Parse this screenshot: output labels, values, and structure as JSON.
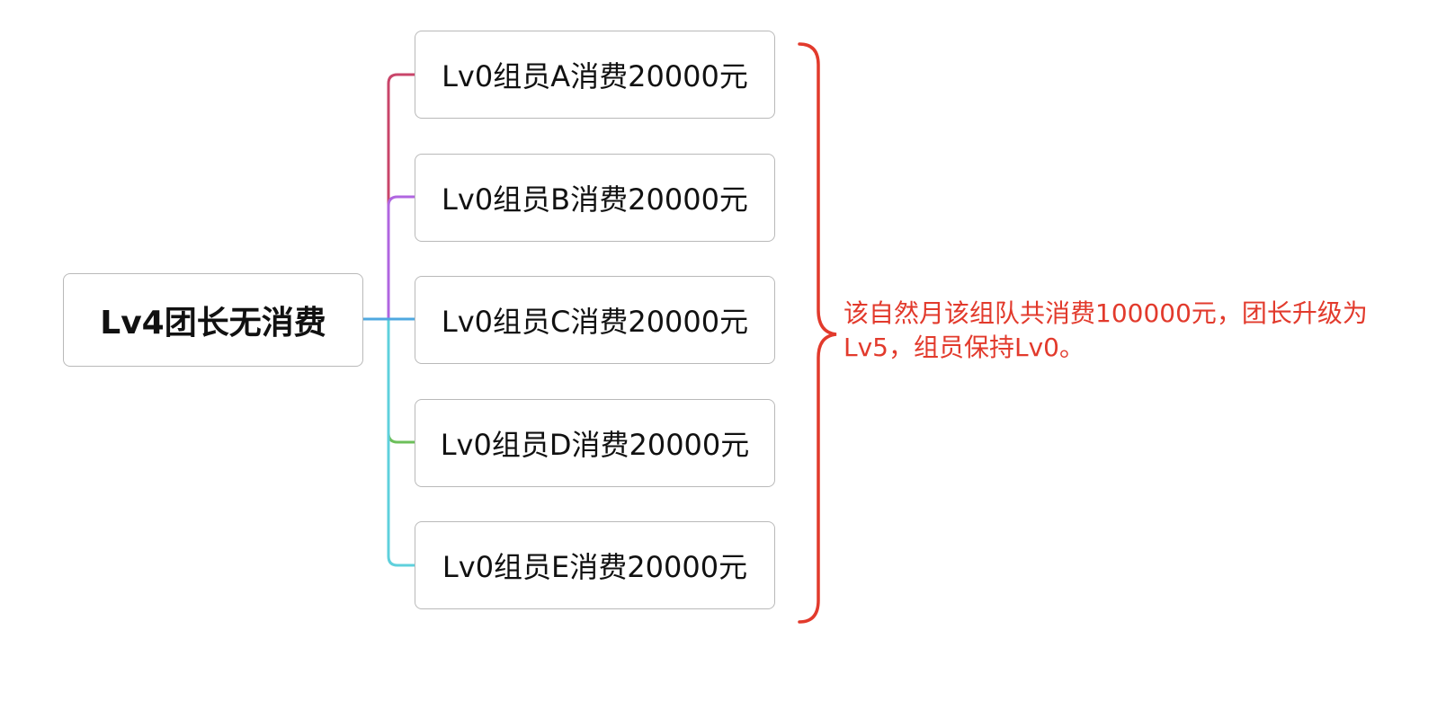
{
  "root": {
    "label": "Lv4团长无消费"
  },
  "members": [
    {
      "label": "Lv0组员A消费20000元",
      "color": "#c9456a"
    },
    {
      "label": "Lv0组员B消费20000元",
      "color": "#b066e0"
    },
    {
      "label": "Lv0组员C消费20000元",
      "color": "#4fa8e0"
    },
    {
      "label": "Lv0组员D消费20000元",
      "color": "#6cbf5a"
    },
    {
      "label": "Lv0组员E消费20000元",
      "color": "#5fd0dc"
    }
  ],
  "summary": {
    "line1": "该自然月该组队共消费100000元，团长升级为",
    "line2": "Lv5，组员保持Lv0。",
    "color": "#e23a2c"
  }
}
